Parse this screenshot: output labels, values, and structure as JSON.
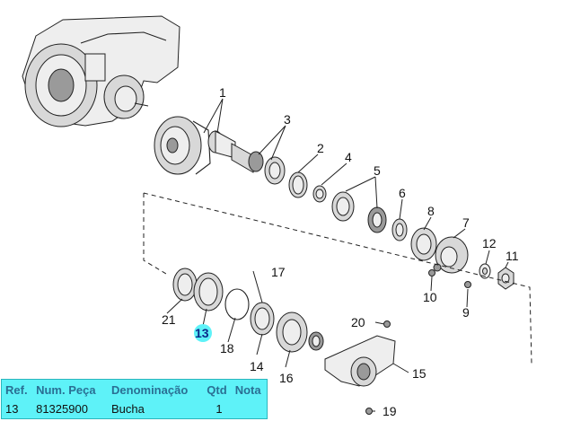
{
  "callouts": {
    "c1": "1",
    "c2": "2",
    "c3": "3",
    "c4": "4",
    "c5": "5",
    "c6": "6",
    "c7": "7",
    "c8": "8",
    "c9": "9",
    "c10": "10",
    "c11": "11",
    "c12": "12",
    "c13": "13",
    "c14": "14",
    "c15": "15",
    "c16": "16",
    "c17": "17",
    "c18": "18",
    "c19": "19",
    "c20": "20",
    "c21": "21"
  },
  "highlight": {
    "ref": "13",
    "color": "#5ef2f8",
    "text_color": "#0a2a8a"
  },
  "table": {
    "headers": [
      "Ref.",
      "Num. Peça",
      "Denominação",
      "Qtd",
      "Nota"
    ],
    "rows": [
      [
        "13",
        "81325900",
        "Bucha",
        "1",
        ""
      ]
    ]
  }
}
